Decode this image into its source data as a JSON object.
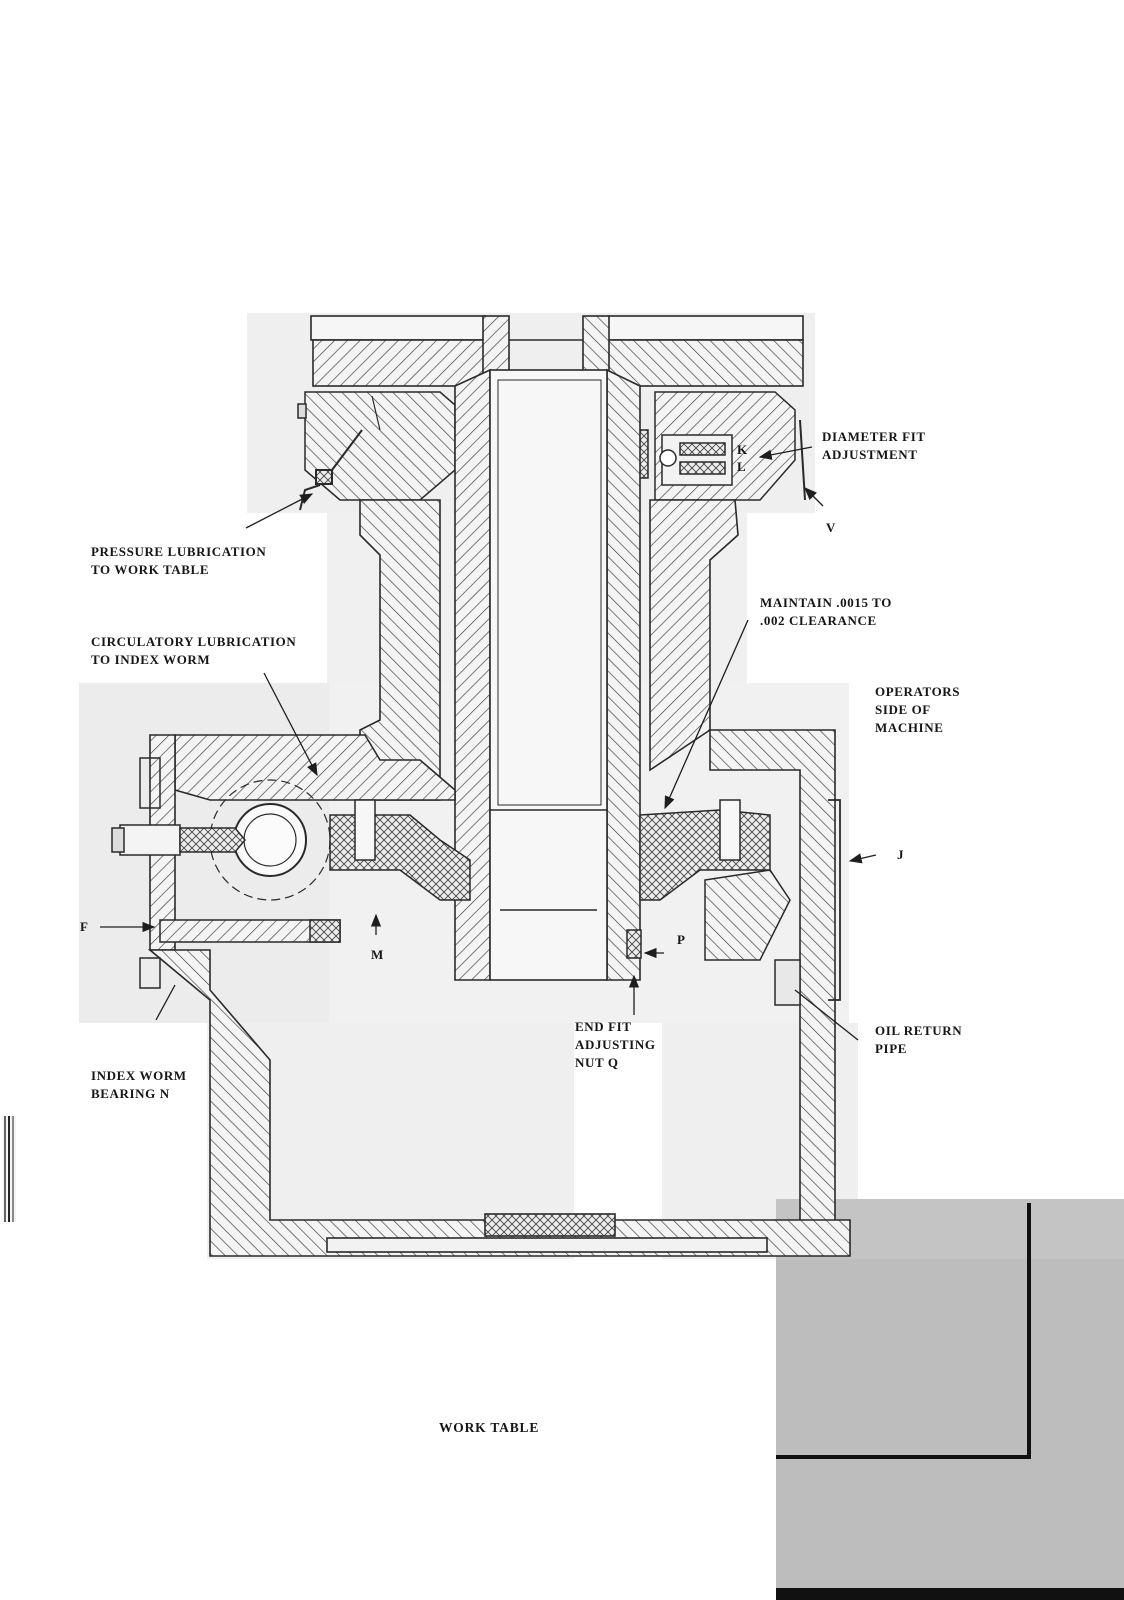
{
  "figure": {
    "caption": "WORK TABLE",
    "colors": {
      "paper": "#ffffff",
      "scan_gray": "#efefef",
      "ink": "#2a2a2a",
      "table_photo": "#bdbdbd"
    }
  },
  "callouts": {
    "pressure_lubrication": [
      "PRESSURE LUBRICATION",
      "TO WORK TABLE"
    ],
    "circulatory_lubrication": [
      "CIRCULATORY LUBRICATION",
      "TO INDEX WORM"
    ],
    "diameter_fit": [
      "DIAMETER FIT",
      "ADJUSTMENT"
    ],
    "clearance": [
      "MAINTAIN .0015 TO",
      ".002 CLEARANCE"
    ],
    "operators_side": [
      "OPERATORS",
      "SIDE OF",
      "MACHINE"
    ],
    "oil_return": [
      "OIL RETURN",
      "PIPE"
    ],
    "end_fit": [
      "END FIT",
      "ADJUSTING",
      "NUT Q"
    ],
    "index_worm_bearing": [
      "INDEX WORM",
      "BEARING N"
    ]
  },
  "letters": {
    "K": "K",
    "L": "L",
    "V": "V",
    "J": "J",
    "F": "F",
    "M": "M",
    "P": "P"
  }
}
